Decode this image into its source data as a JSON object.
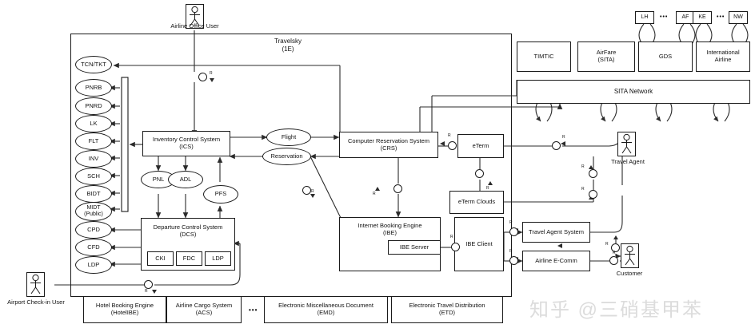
{
  "diagram": {
    "watermark": "知乎 @三硝基甲苯",
    "boundary": {
      "title": "Travelsky",
      "subtitle": "(1E)"
    },
    "actors": [
      {
        "id": "airline-office-user",
        "label": "Airline Office User"
      },
      {
        "id": "airport-checkin-user",
        "label": "Airport Check-in User"
      },
      {
        "id": "travel-agent",
        "label": "Travel Agent"
      },
      {
        "id": "customer",
        "label": "Customer"
      }
    ],
    "data_stores": [
      {
        "id": "tcn-tkt",
        "label": "TCN/TKT"
      },
      {
        "id": "pnrb",
        "label": "PNRB"
      },
      {
        "id": "pnrd",
        "label": "PNRD"
      },
      {
        "id": "lk",
        "label": "LK"
      },
      {
        "id": "flt",
        "label": "FLT"
      },
      {
        "id": "inv",
        "label": "INV"
      },
      {
        "id": "sch",
        "label": "SCH"
      },
      {
        "id": "bidt",
        "label": "BIDT"
      },
      {
        "id": "midt",
        "label": "MIDT",
        "sub": "(Public)"
      },
      {
        "id": "cpd",
        "label": "CPD"
      },
      {
        "id": "cfd",
        "label": "CFD"
      },
      {
        "id": "ldp-store",
        "label": "LDP"
      }
    ],
    "core_systems": [
      {
        "id": "ics",
        "title": "Inventory Control System",
        "subtitle": "(ICS)"
      },
      {
        "id": "dcs",
        "title": "Departure Control System",
        "subtitle": "(DCS)"
      },
      {
        "id": "crs",
        "title": "Computer Reservation System",
        "subtitle": "(CRS)"
      },
      {
        "id": "ibe",
        "title": "Internet Booking Engine",
        "subtitle": "(IBE)"
      }
    ],
    "ics_outputs": [
      {
        "id": "pnl",
        "label": "PNL"
      },
      {
        "id": "adl",
        "label": "ADL"
      },
      {
        "id": "pfs",
        "label": "PFS"
      }
    ],
    "dcs_modules": [
      {
        "id": "cki",
        "label": "CKI"
      },
      {
        "id": "fdc",
        "label": "FDC"
      },
      {
        "id": "ldp-mod",
        "label": "LDP"
      }
    ],
    "crs_objects": [
      {
        "id": "flight",
        "label": "Flight"
      },
      {
        "id": "reservation",
        "label": "Reservation"
      }
    ],
    "eterm": [
      {
        "id": "eterm",
        "label": "eTerm"
      },
      {
        "id": "eterm-clouds",
        "label": "eTerm Clouds"
      }
    ],
    "ibe_nodes": [
      {
        "id": "ibe-server",
        "label": "IBE Server"
      },
      {
        "id": "ibe-client",
        "label": "IBE Client"
      }
    ],
    "channel_systems": [
      {
        "id": "travel-agent-system",
        "label": "Travel Agent System"
      },
      {
        "id": "airline-ecomm",
        "label": "Airline E-Comm"
      }
    ],
    "external_network": {
      "network_label": "SITA Network",
      "providers": [
        {
          "id": "timtic",
          "label": "TIMTIC"
        },
        {
          "id": "airfare",
          "label": "AirFare",
          "sub": "(SITA)"
        },
        {
          "id": "gds",
          "label": "GDS"
        },
        {
          "id": "international-airline",
          "label": "International",
          "sub": "Airline"
        }
      ],
      "carriers": [
        {
          "id": "lh",
          "label": "LH"
        },
        {
          "id": "af",
          "label": "AF"
        },
        {
          "id": "ke",
          "label": "KE"
        },
        {
          "id": "nw",
          "label": "NW"
        }
      ],
      "ellipsis": "•••"
    },
    "bottom_services": [
      {
        "id": "hotelibe",
        "title": "Hotel Booking Engine",
        "subtitle": "(HotelIBE)"
      },
      {
        "id": "acs",
        "title": "Airline Cargo System",
        "subtitle": "(ACS)"
      },
      {
        "id": "emd",
        "title": "Electronic Miscellaneous Document",
        "subtitle": "(EMD)"
      },
      {
        "id": "etd",
        "title": "Electronic Travel Distribution",
        "subtitle": "(ETD)"
      }
    ],
    "bottom_ellipsis": "•••",
    "port_label": "R",
    "colors": {
      "line": "#2b2b2b",
      "stroke": "#1a1a1a",
      "text": "#111111",
      "watermark": "#dcdcdc"
    }
  }
}
